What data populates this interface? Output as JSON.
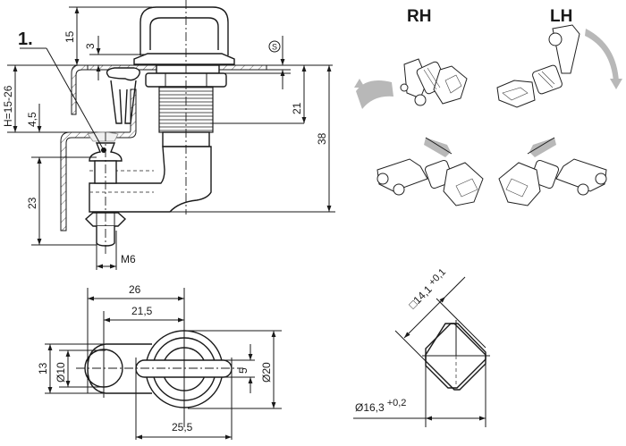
{
  "drawing": {
    "item_marker": "1.",
    "side_view": {
      "dims": {
        "top_height": "15",
        "clip_offset": "3",
        "panel_range": "H=15-26",
        "spacing": "4,5",
        "lower_height": "23",
        "thread": "M6",
        "body_height": "21",
        "total_height": "38",
        "panel_symbol": "S"
      }
    },
    "front_view": {
      "dims": {
        "outer_width": "26",
        "center_distance": "21,5",
        "handle_width": "25,5",
        "tab_height": "13",
        "bolt_diameter": "Ø10",
        "handle_thickness": "5",
        "flange_diameter": "Ø20"
      }
    },
    "orientation": {
      "right_hand": "RH",
      "left_hand": "LH"
    },
    "cutout": {
      "square": "□14,1",
      "square_tol": "+0,1",
      "diameter": "Ø16,3",
      "diameter_tol": "+0,2"
    }
  }
}
